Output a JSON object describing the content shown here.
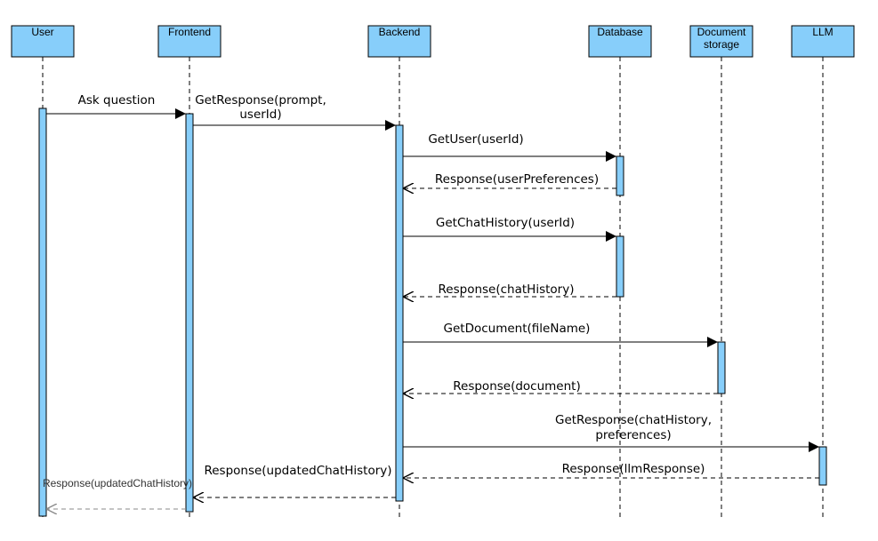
{
  "colors": {
    "actor_fill": "#87cefa",
    "activation_fill": "#87cefa",
    "stroke": "#000000",
    "faded_stroke": "#8a8a8a"
  },
  "participants": [
    {
      "id": "user",
      "lines": [
        "User"
      ]
    },
    {
      "id": "frontend",
      "lines": [
        "Frontend"
      ]
    },
    {
      "id": "backend",
      "lines": [
        "Backend"
      ]
    },
    {
      "id": "database",
      "lines": [
        "Database"
      ]
    },
    {
      "id": "document-storage",
      "lines": [
        "Document",
        "storage"
      ]
    },
    {
      "id": "llm",
      "lines": [
        "LLM"
      ]
    }
  ],
  "messages": [
    {
      "from": "user",
      "to": "frontend",
      "kind": "call",
      "lines": [
        "Ask question"
      ]
    },
    {
      "from": "frontend",
      "to": "backend",
      "kind": "call",
      "lines": [
        "GetResponse(prompt,",
        "userId)"
      ]
    },
    {
      "from": "backend",
      "to": "database",
      "kind": "call",
      "lines": [
        "GetUser(userId)"
      ]
    },
    {
      "from": "database",
      "to": "backend",
      "kind": "return",
      "lines": [
        "Response(userPreferences)"
      ]
    },
    {
      "from": "backend",
      "to": "database",
      "kind": "call",
      "lines": [
        "GetChatHistory(userId)"
      ]
    },
    {
      "from": "database",
      "to": "backend",
      "kind": "return",
      "lines": [
        "Response(chatHistory)"
      ]
    },
    {
      "from": "backend",
      "to": "document-storage",
      "kind": "call",
      "lines": [
        "GetDocument(fileName)"
      ]
    },
    {
      "from": "document-storage",
      "to": "backend",
      "kind": "return",
      "lines": [
        "Response(document)"
      ]
    },
    {
      "from": "backend",
      "to": "llm",
      "kind": "call",
      "lines": [
        "GetResponse(chatHistory,",
        "preferences)"
      ]
    },
    {
      "from": "llm",
      "to": "backend",
      "kind": "return",
      "lines": [
        "Response(llmResponse)"
      ]
    },
    {
      "from": "backend",
      "to": "frontend",
      "kind": "return",
      "lines": [
        "Response(updatedChatHistory)"
      ]
    },
    {
      "from": "frontend",
      "to": "user",
      "kind": "return",
      "style": "faded",
      "lines": [
        "Response(updatedChatHistory)"
      ]
    }
  ]
}
